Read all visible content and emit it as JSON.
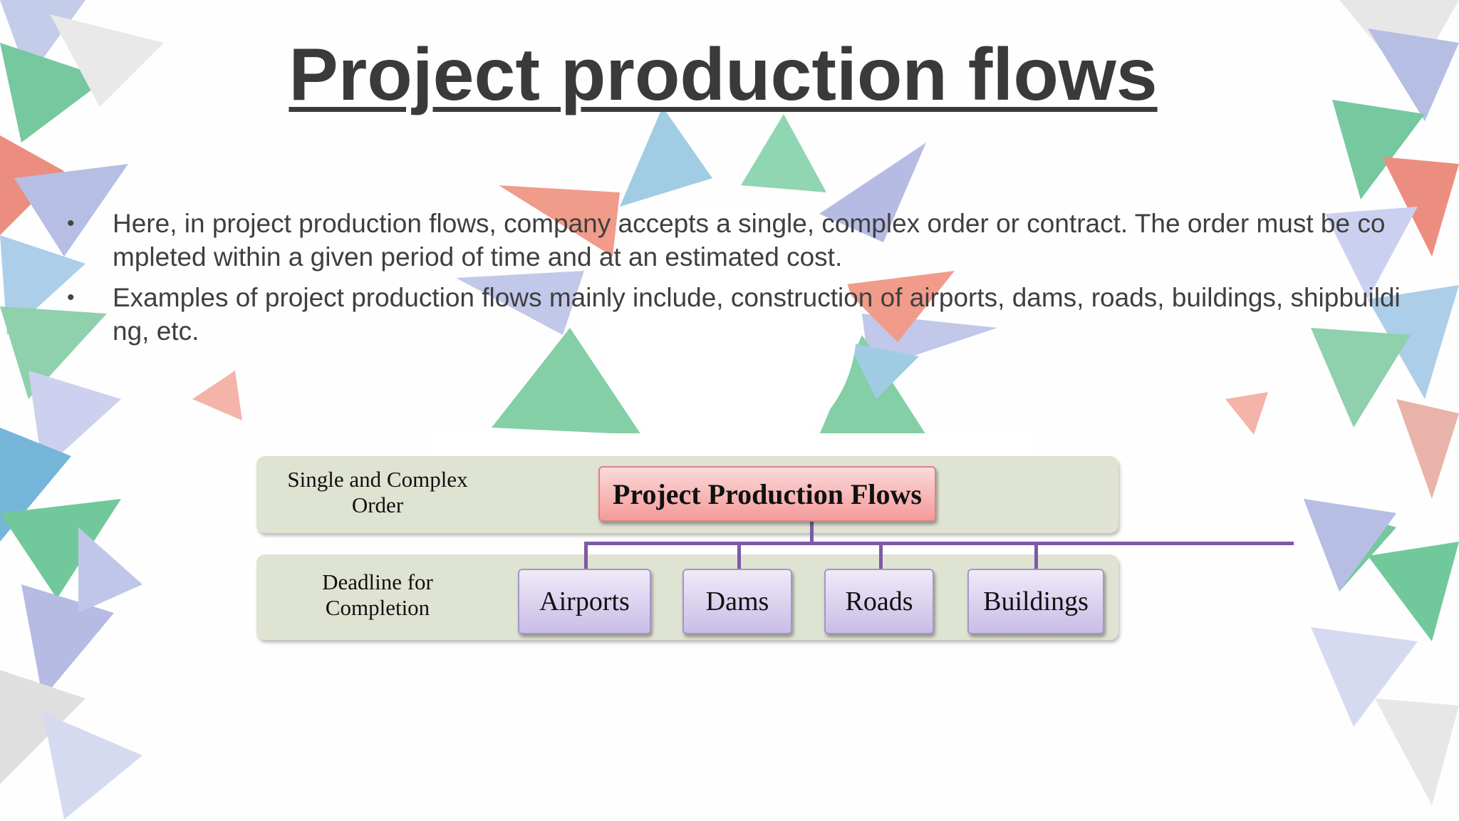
{
  "slide": {
    "title": "Project production flows",
    "bullets": [
      "Here, in project production flows, company accepts a single, complex order or contract. The order must be completed within a given period of time and at an estimated cost.",
      "Examples of project production flows mainly include, construction of airports, dams, roads, buildings, shipbuilding, etc."
    ],
    "bullet_marker": "•"
  },
  "diagram": {
    "top_label": "Single and Complex Order",
    "bottom_label": "Deadline for Completion",
    "root": "Project Production Flows",
    "children": [
      "Airports",
      "Dams",
      "Roads",
      "Buildings"
    ]
  },
  "colors": {
    "title": "#3a3a3a",
    "band": "#dfe3d2",
    "root_box": "#f59a9a",
    "child_box": "#c9bde6",
    "connector": "#7d5aa6"
  }
}
